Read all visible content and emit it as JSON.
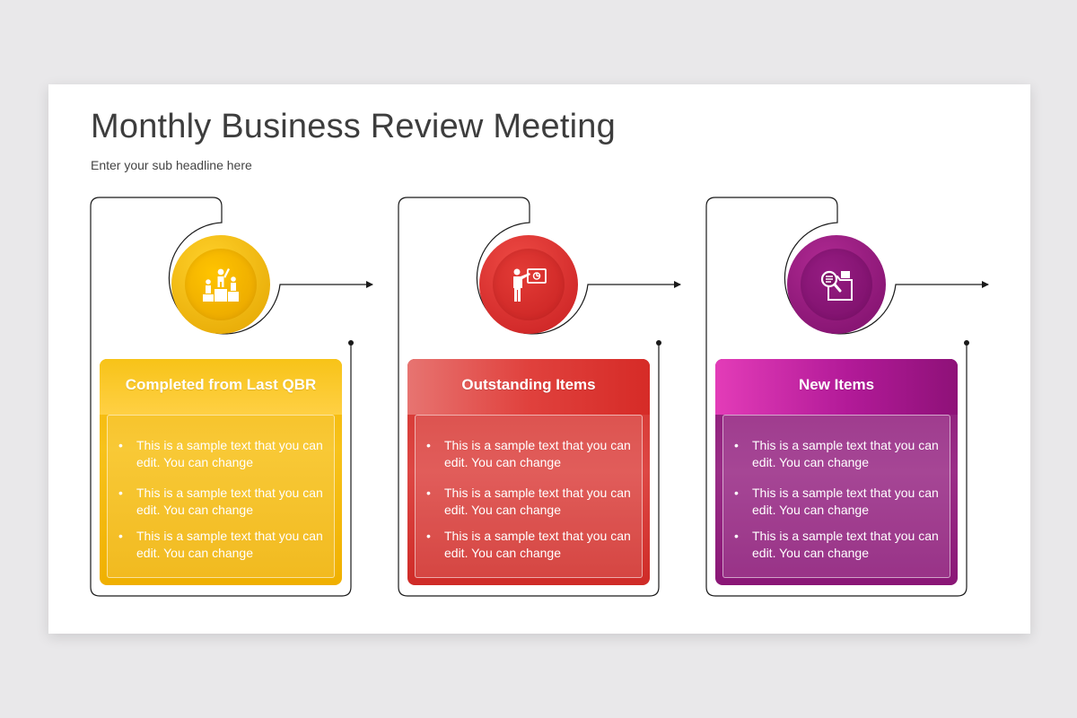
{
  "slide": {
    "title": "Monthly Business Review Meeting",
    "subtitle": "Enter your sub headline here"
  },
  "steps": [
    {
      "color": "#f4b400",
      "icon": "podium-winners-icon",
      "title": "Completed from Last QBR",
      "bullets": [
        "This is a sample text that you can edit. You can change",
        "This is a sample text that you can edit. You can change",
        "This is a sample text that you can edit. You can change"
      ]
    },
    {
      "color": "#d4322d",
      "icon": "presenter-board-icon",
      "title": "Outstanding Items",
      "bullets": [
        "This is a sample text that you can edit. You can change",
        "This is a sample text that you can edit. You can change",
        "This is a sample text that you can edit. You can change"
      ]
    },
    {
      "color": "#8b1777",
      "icon": "folder-search-icon",
      "title": "New Items",
      "bullets": [
        "This is a sample text that you can edit. You can change",
        "This is a sample text that you can edit. You can change",
        "This is a sample text that you can edit. You can change"
      ]
    }
  ]
}
